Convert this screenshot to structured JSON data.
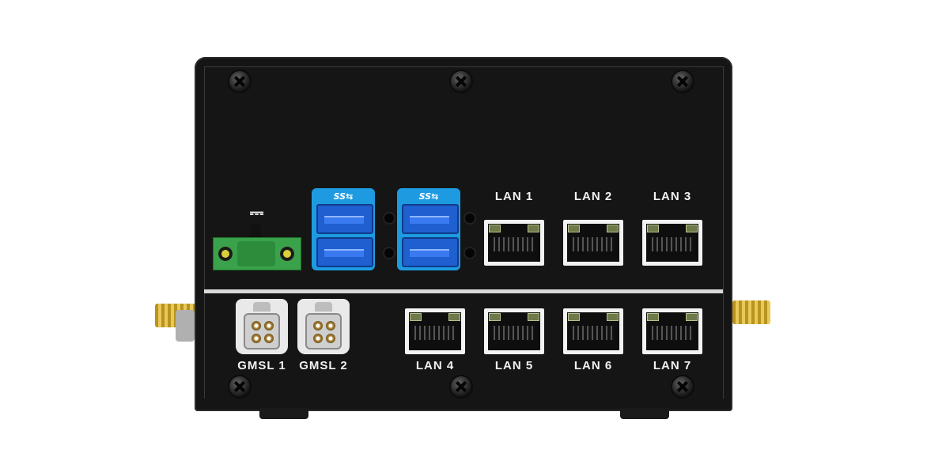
{
  "device": {
    "usb_badge": "SS⇆",
    "lan_labels_top": [
      "LAN 1",
      "LAN 2",
      "LAN 3"
    ],
    "lan_labels_bottom": [
      "LAN 4",
      "LAN 5",
      "LAN 6",
      "LAN 7"
    ],
    "gmsl_labels": [
      "GMSL 1",
      "GMSL 2"
    ],
    "dc_symbol": "⎓"
  },
  "colors": {
    "chassis": "#151515",
    "usb_accent": "#1e9be0",
    "terminal_green": "#3aa24a"
  }
}
